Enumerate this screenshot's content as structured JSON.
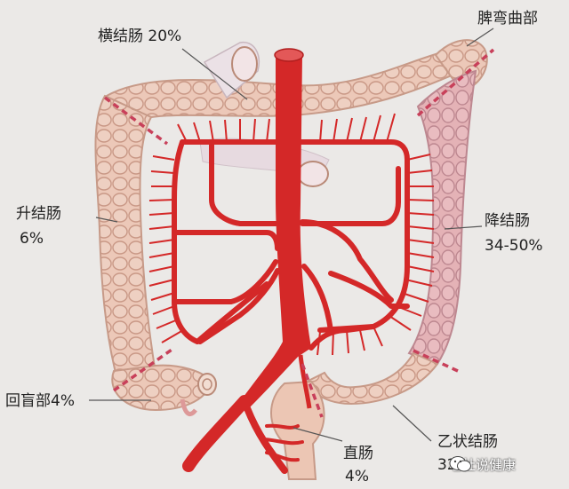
{
  "labels": {
    "transverse": "横结肠 20%",
    "splenic": "脾弯曲部",
    "ascending_name": "升结肠",
    "ascending_pct": "6%",
    "descending_name": "降结肠",
    "descending_pct": "34-50%",
    "cecum": "回盲部4%",
    "sigmoid_name": "乙状结肠",
    "sigmoid_pct": "32",
    "rectum_name": "直肠",
    "rectum_pct": "4%"
  },
  "watermark": "老杜说健康",
  "colors": {
    "background": "#ebe9e7",
    "colon": "#e8c0b0",
    "colon_edge": "#c79a88",
    "descending": "#dca8b0",
    "artery": "#d42828",
    "dash": "#c8405a",
    "leader": "#555555"
  }
}
